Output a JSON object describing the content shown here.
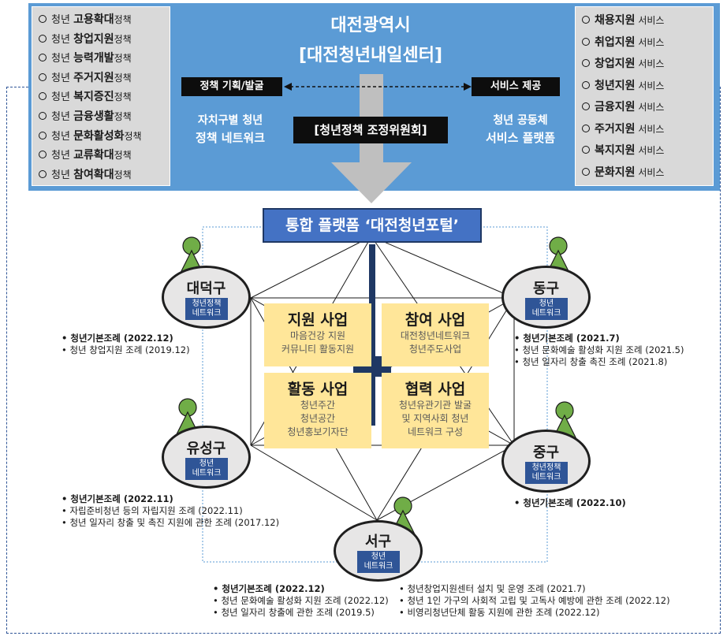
{
  "header": {
    "title": "대전광역시",
    "subtitle": "[대전청년내일센터]",
    "committee": "[청년정책 조정위원회]"
  },
  "policies": [
    {
      "prefix": "청년",
      "key": "고용확대",
      "suffix": "정책"
    },
    {
      "prefix": "청년",
      "key": "창업지원",
      "suffix": "정책"
    },
    {
      "prefix": "청년",
      "key": "능력개발",
      "suffix": "정책"
    },
    {
      "prefix": "청년",
      "key": "주거지원",
      "suffix": "정책"
    },
    {
      "prefix": "청년",
      "key": "복지증진",
      "suffix": "정책"
    },
    {
      "prefix": "청년",
      "key": "금융생활",
      "suffix": "정책"
    },
    {
      "prefix": "청년",
      "key": "문화활성화",
      "suffix": "정책"
    },
    {
      "prefix": "청년",
      "key": "교류확대",
      "suffix": "정책"
    },
    {
      "prefix": "청년",
      "key": "참여확대",
      "suffix": "정책"
    }
  ],
  "services": [
    {
      "key": "채용지원",
      "suffix": "서비스"
    },
    {
      "key": "취업지원",
      "suffix": "서비스"
    },
    {
      "key": "창업지원",
      "suffix": "서비스"
    },
    {
      "key": "청년지원",
      "suffix": "서비스"
    },
    {
      "key": "금융지원",
      "suffix": "서비스"
    },
    {
      "key": "주거지원",
      "suffix": "서비스"
    },
    {
      "key": "복지지원",
      "suffix": "서비스"
    },
    {
      "key": "문화지원",
      "suffix": "서비스"
    }
  ],
  "left_label": "정책 기획/발굴",
  "right_label": "서비스 제공",
  "left_network": {
    "line1": "자치구별 청년",
    "line2": "정책 네트워크"
  },
  "right_network": {
    "line1": "청년 공동체",
    "line2": "서비스 플랫폼"
  },
  "platform": "통합 플랫폼 ‘대전청년포털’",
  "businesses": [
    {
      "title": "지원 사업",
      "lines": [
        "마음건강 지원",
        "커뮤니티 활동지원"
      ]
    },
    {
      "title": "참여 사업",
      "lines": [
        "대전청년네트워크",
        "청년주도사업"
      ]
    },
    {
      "title": "활동 사업",
      "lines": [
        "청년주간",
        "청년공간",
        "청년홍보기자단"
      ]
    },
    {
      "title": "협력 사업",
      "lines": [
        "청년유관기관 발굴",
        "및 지역사회 청년",
        "네트워크 구성"
      ]
    }
  ],
  "districts": {
    "daedeok": {
      "name": "대덕구",
      "badge": [
        "청년정책",
        "네트워크"
      ],
      "ordinances": [
        {
          "text": "청년기본조례 (2022.12)",
          "bold": true
        },
        {
          "text": "청년 창업지원 조례 (2019.12)",
          "bold": false
        }
      ]
    },
    "dong": {
      "name": "동구",
      "badge": [
        "청년",
        "네트워크"
      ],
      "ordinances": [
        {
          "text": "청년기본조례 (2021.7)",
          "bold": true
        },
        {
          "text": "청년 문화예술 활성화 지원 조례 (2021.5)",
          "bold": false
        },
        {
          "text": "청년 일자리 창출 촉진 조례 (2021.8)",
          "bold": false
        }
      ]
    },
    "yuseong": {
      "name": "유성구",
      "badge": [
        "청년",
        "네트워크"
      ],
      "ordinances": [
        {
          "text": "청년기본조례 (2022.11)",
          "bold": true
        },
        {
          "text": "자립준비청년 등의 자립지원 조례 (2022.11)",
          "bold": false
        },
        {
          "text": "청년 일자리 창출 및 촉진 지원에 관한 조례 (2017.12)",
          "bold": false
        }
      ]
    },
    "jung": {
      "name": "중구",
      "badge": [
        "청년정책",
        "네트워크"
      ],
      "ordinances": [
        {
          "text": "청년기본조례 (2022.10)",
          "bold": true
        }
      ]
    },
    "seo": {
      "name": "서구",
      "badge": [
        "청년",
        "네트워크"
      ],
      "ordinances_left": [
        {
          "text": "청년기본조례 (2022.12)",
          "bold": true
        },
        {
          "text": "청년 문화예술 활성화 지원 조례 (2022.12)",
          "bold": false
        },
        {
          "text": "청년 일자리 창출에 관한 조례 (2019.5)",
          "bold": false
        }
      ],
      "ordinances_right": [
        {
          "text": "청년창업지원센터 설치 및 운영 조례 (2021.7)",
          "bold": false
        },
        {
          "text": "청년 1인 가구의 사회적 고립 및 고독사 예방에 관한 조례 (2022.12)",
          "bold": false
        },
        {
          "text": "비영리청년단체 활동 지원에 관한 조례 (2022.12)",
          "bold": false
        }
      ]
    }
  },
  "colors": {
    "banner": "#5b9bd5",
    "platform": "#4472c4",
    "badge": "#2f5597",
    "business": "#ffe699",
    "person": "#70ad47",
    "frame": "#2f5597"
  }
}
